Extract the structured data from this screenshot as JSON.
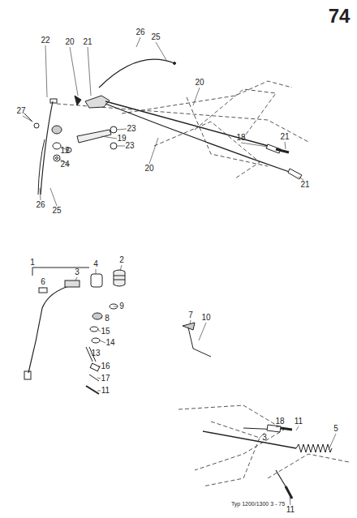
{
  "diagram": {
    "labels": [
      "74",
      "26",
      "25",
      "22",
      "20",
      "21",
      "20",
      "18",
      "21",
      "27",
      "23",
      "19",
      "23",
      "12",
      "24",
      "20",
      "21",
      "26",
      "25",
      "1",
      "3",
      "4",
      "2",
      "6",
      "9",
      "8",
      "15",
      "14",
      "13",
      "16",
      "17",
      "11",
      "7",
      "10",
      "18",
      "11",
      "3",
      "5",
      "11",
      "Typ 1200/1300  3 - 75"
    ]
  }
}
